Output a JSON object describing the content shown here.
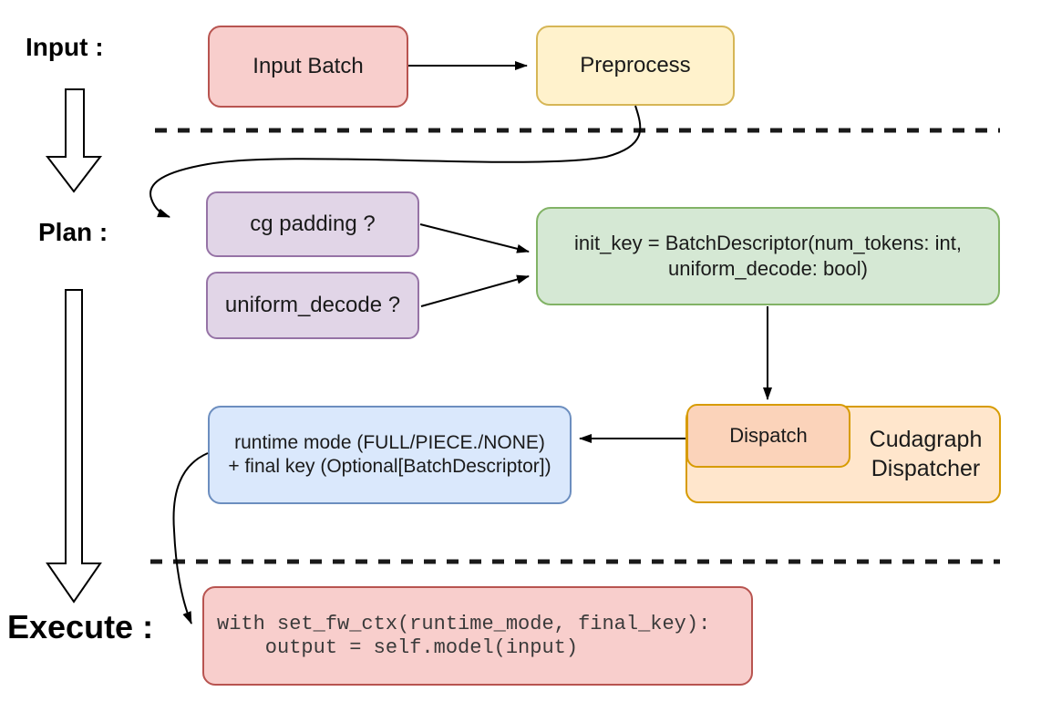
{
  "stages": {
    "input": "Input :",
    "plan": "Plan :",
    "execute": "Execute :"
  },
  "nodes": {
    "input_batch": {
      "label": "Input Batch"
    },
    "preprocess": {
      "label": "Preprocess"
    },
    "cg_padding": {
      "label": "cg padding ?"
    },
    "uniform_decode": {
      "label": "uniform_decode ?"
    },
    "init_key": {
      "line1": "init_key = BatchDescriptor(num_tokens: int,",
      "line2": "uniform_decode: bool)"
    },
    "runtime_mode": {
      "line1": "runtime mode (FULL/PIECE./NONE)",
      "line2": "+ final key (Optional[BatchDescriptor])"
    },
    "dispatch": {
      "label": "Dispatch"
    },
    "cudagraph_dispatcher": {
      "line1": "Cudagraph",
      "line2": "Dispatcher"
    },
    "execute_code": {
      "line1": "with set_fw_ctx(runtime_mode, final_key):",
      "line2": "    output = self.model(input)"
    }
  },
  "colors": {
    "input_batch_fill": "#f8cecc",
    "input_batch_stroke": "#b85450",
    "preprocess_fill": "#fff2cc",
    "preprocess_stroke": "#d6b656",
    "plan_node_fill": "#e1d5e7",
    "plan_node_stroke": "#9673a6",
    "init_key_fill": "#d5e8d4",
    "init_key_stroke": "#82b366",
    "runtime_fill": "#dae8fc",
    "runtime_stroke": "#6c8ebf",
    "dispatcher_fill": "#ffe6cc",
    "dispatcher_stroke": "#d79b00",
    "dispatch_inner_fill": "#fbd3ba",
    "execute_fill": "#f8cecc",
    "execute_stroke": "#b85450",
    "connector": "#000000"
  }
}
